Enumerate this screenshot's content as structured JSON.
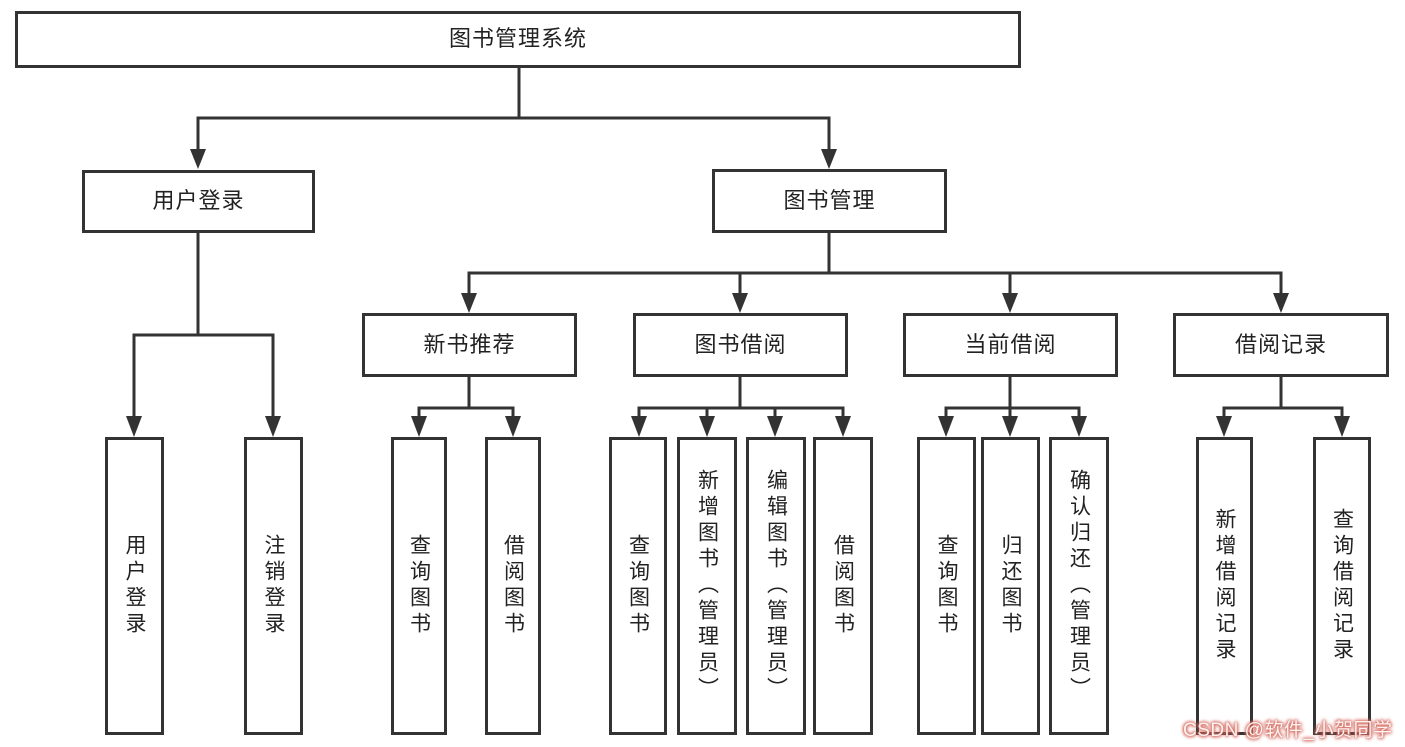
{
  "diagram": {
    "root": {
      "label": "图书管理系统",
      "children": [
        {
          "label": "用户登录",
          "children": [
            {
              "label": "用户登录"
            },
            {
              "label": "注销登录"
            }
          ]
        },
        {
          "label": "图书管理",
          "children": [
            {
              "label": "新书推荐",
              "children": [
                {
                  "label": "查询图书"
                },
                {
                  "label": "借阅图书"
                }
              ]
            },
            {
              "label": "图书借阅",
              "children": [
                {
                  "label": "查询图书"
                },
                {
                  "label": "新增图书（管理员）"
                },
                {
                  "label": "编辑图书（管理员）"
                },
                {
                  "label": "借阅图书"
                }
              ]
            },
            {
              "label": "当前借阅",
              "children": [
                {
                  "label": "查询图书"
                },
                {
                  "label": "归还图书"
                },
                {
                  "label": "确认归还（管理员）"
                }
              ]
            },
            {
              "label": "借阅记录",
              "children": [
                {
                  "label": "新增借阅记录"
                },
                {
                  "label": "查询借阅记录"
                }
              ]
            }
          ]
        }
      ]
    }
  },
  "watermark": {
    "text": "CSDN @软件_小贺同学"
  },
  "colors": {
    "line": "#333333",
    "border": "#333333",
    "text": "#222222",
    "background": "#ffffff",
    "watermark_glow": "#d96a5f"
  }
}
